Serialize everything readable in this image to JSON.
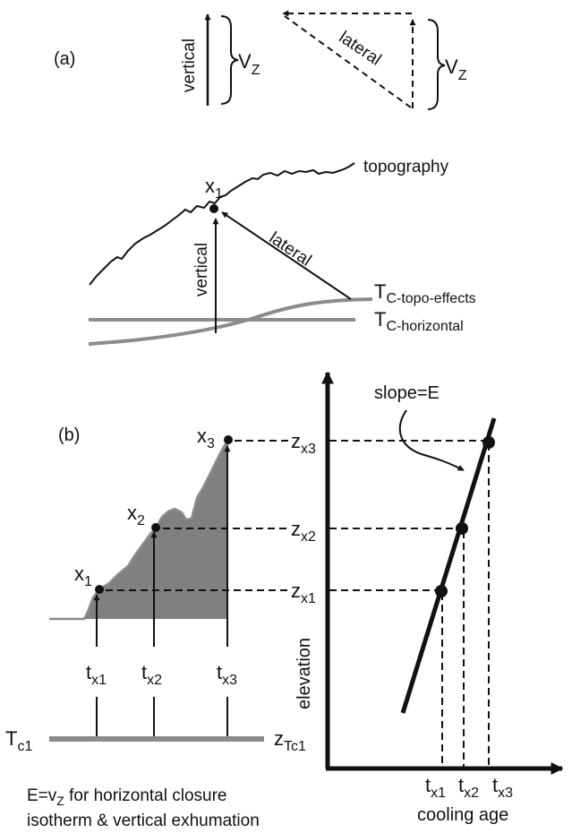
{
  "panel_a": {
    "label": "(a)",
    "vertical_label": "vertical",
    "lateral_label": "lateral",
    "vz_left": {
      "main": "V",
      "sub": "Z"
    },
    "vz_right": {
      "main": "V",
      "sub": "Z"
    },
    "topography_label": "topography",
    "point_label": {
      "main": "x",
      "sub": "1"
    },
    "vertical_path_label": "vertical",
    "lateral_path_label": "lateral",
    "tc_topo": {
      "main": "T",
      "sub": "C-topo-effects"
    },
    "tc_horizontal": {
      "main": "T",
      "sub": "C-horizontal"
    }
  },
  "panel_b": {
    "label": "(b)",
    "slope_label": "slope=E",
    "points": [
      {
        "main": "x",
        "sub": "1"
      },
      {
        "main": "x",
        "sub": "2"
      },
      {
        "main": "x",
        "sub": "3"
      }
    ],
    "time_labels": [
      {
        "main": "t",
        "sub": "x1"
      },
      {
        "main": "t",
        "sub": "x2"
      },
      {
        "main": "t",
        "sub": "x3"
      }
    ],
    "z_labels": [
      {
        "main": "z",
        "sub": "x1"
      },
      {
        "main": "z",
        "sub": "x2"
      },
      {
        "main": "z",
        "sub": "x3"
      }
    ],
    "tc1": {
      "main": "T",
      "sub": "c1"
    },
    "ztc1": {
      "main": "z",
      "sub": "Tc1"
    },
    "y_axis_label": "elevation",
    "x_axis_label": "cooling age",
    "x_ticks": [
      {
        "main": "t",
        "sub": "x1"
      },
      {
        "main": "t",
        "sub": "x2"
      },
      {
        "main": "t",
        "sub": "x3"
      }
    ],
    "caption_line1": "E=v",
    "caption_line1_sub": "Z",
    "caption_line1_rest": " for horizontal closure",
    "caption_line2": "isotherm & vertical exhumation"
  },
  "colors": {
    "ink": "#111111",
    "gray": "#8c8c8c",
    "fill_gray": "#808080"
  }
}
